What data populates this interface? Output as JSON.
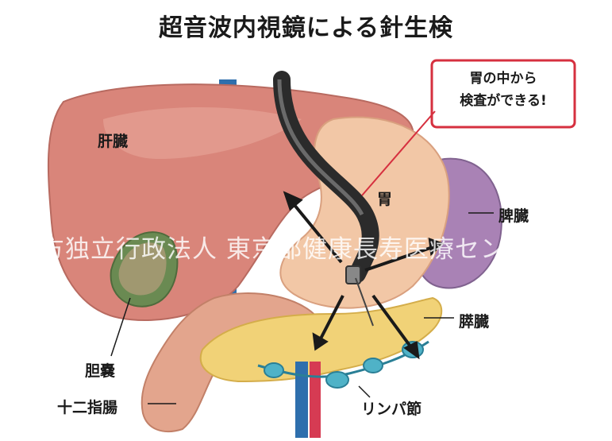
{
  "title": "超音波内視鏡による針生検",
  "callout": {
    "line1": "胃の中から",
    "line2": "検査ができる!"
  },
  "labels": {
    "liver": "肝臓",
    "stomach": "胃",
    "spleen": "脾臓",
    "pancreas": "膵臓",
    "gallbladder": "胆嚢",
    "duodenum": "十二指腸",
    "lymph_node": "リンパ節"
  },
  "watermark": "地方独立行政法人 東京都健康長寿医療センター",
  "colors": {
    "liver": "#d9857a",
    "stomach": "#f2c7a6",
    "spleen": "#a982b5",
    "pancreas": "#f1d277",
    "duodenum": "#e3a58d",
    "gallbladder": "#6a8a52",
    "artery": "#d63b53",
    "vein": "#2e6fad",
    "lymph": "#4fb2c7",
    "callout_border": "#d6303f"
  }
}
